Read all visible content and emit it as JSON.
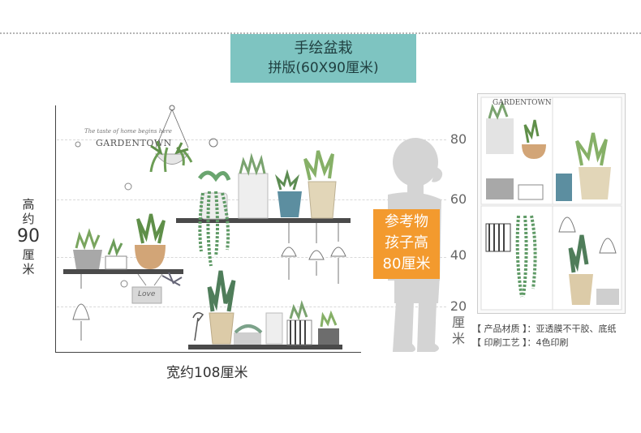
{
  "title": {
    "line1": "手绘盆栽",
    "line2": "拼版(60X90厘米)"
  },
  "height_label": {
    "line1": "高",
    "line2": "约",
    "value": "90",
    "line3": "厘",
    "line4": "米"
  },
  "width_label": "宽约108厘米",
  "ruler_marks": [
    "80",
    "60",
    "40",
    "20"
  ],
  "ruler_unit": {
    "line1": "厘",
    "line2": "米"
  },
  "callout": {
    "line1": "参考物",
    "line2": "孩子高",
    "line3": "80厘米"
  },
  "brand_text": "GARDENTOWN",
  "brand_script": "The taste of home begins here",
  "sheet_brand_text": "GARDENTOWN",
  "sign_text": "Love",
  "material": {
    "line1": "【 产品材质 】：亚透膜不干胶、底纸",
    "line2": "【 印刷工艺 】：4色印刷"
  },
  "colors": {
    "title_bg": "#7ec4c1",
    "callout_bg": "#f39a2e",
    "silhouette": "#d4d4d4",
    "shelf": "#4a4a4a"
  }
}
